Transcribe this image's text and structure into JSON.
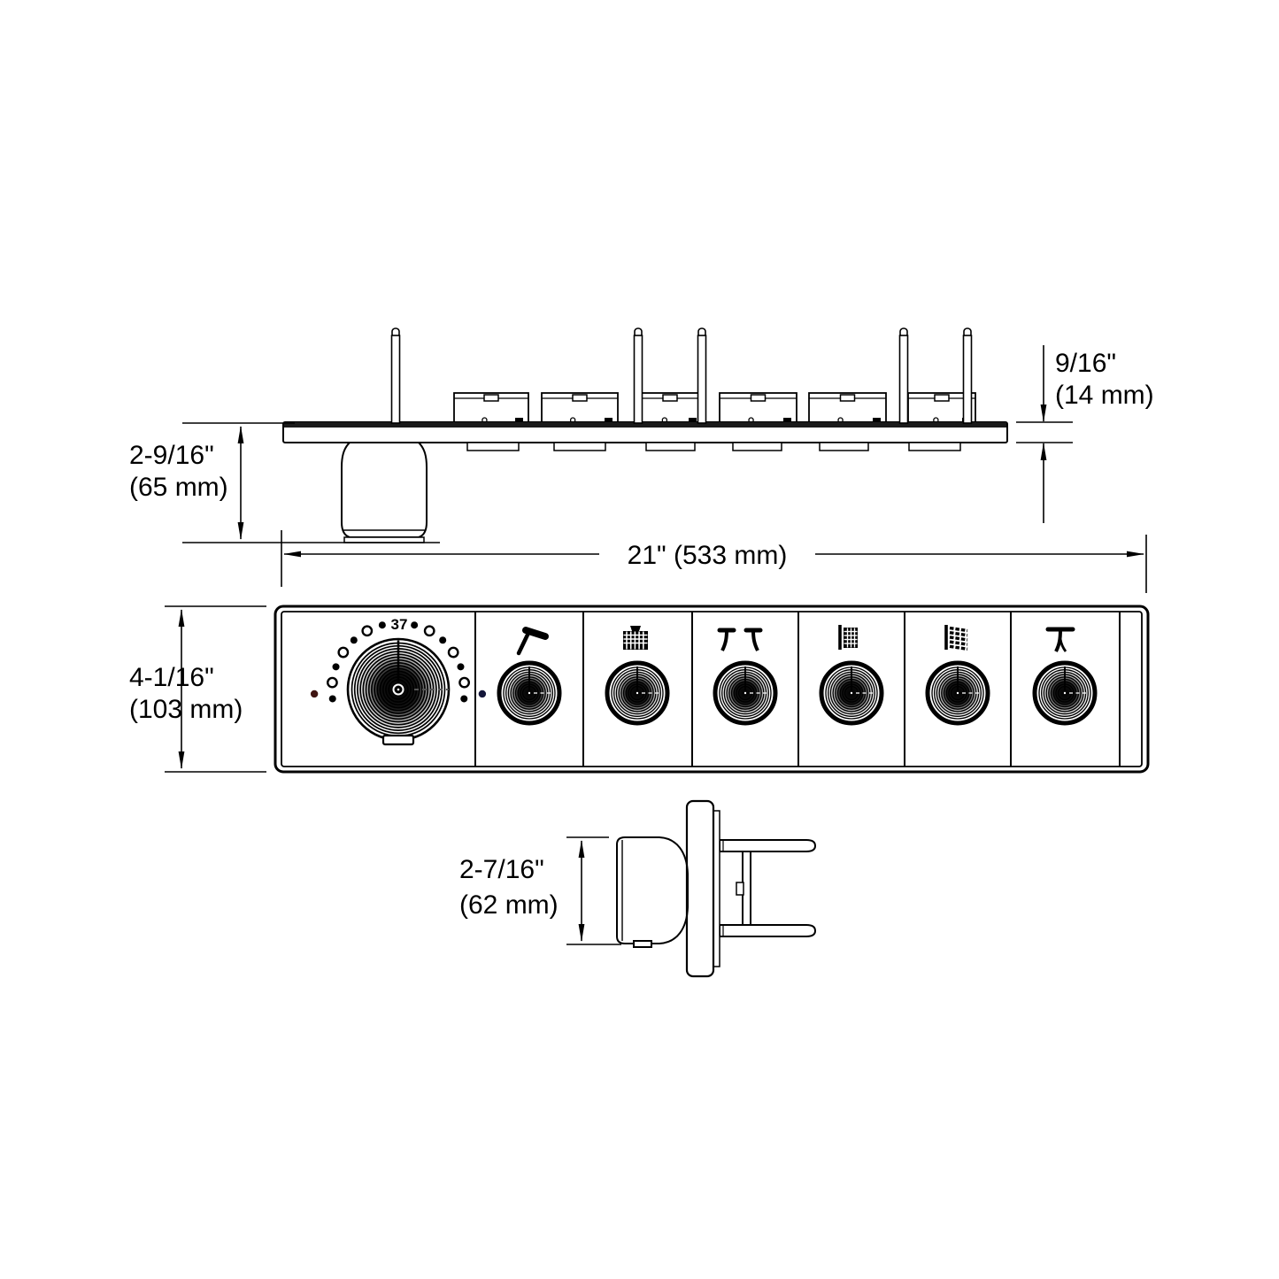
{
  "drawing": {
    "type": "technical-dimension-drawing",
    "subject": "multi-outlet thermostatic shower valve trim with temperature dial and six volume-control knobs",
    "views": {
      "top_view": "top profile of trim plate with valve bodies, stems and dial knob",
      "front_view": "front face of trim panel with dial and six knobs",
      "side_view": "side profile of control knob through plate"
    }
  },
  "dimensions": {
    "valve_depth": {
      "inches": "2-9/16\"",
      "metric": "(65 mm)"
    },
    "plate_thickness": {
      "inches": "9/16\"",
      "metric": "(14 mm)"
    },
    "overall_width": {
      "label": "21\" (533 mm)"
    },
    "panel_height": {
      "inches": "4-1/16\"",
      "metric": "(103 mm)"
    },
    "knob_depth": {
      "inches": "2-7/16\"",
      "metric": "(62 mm)"
    }
  },
  "dial": {
    "temperature_label": "37"
  },
  "knobs": [
    {
      "icon": "handshower-icon"
    },
    {
      "icon": "rain-showerhead-icon"
    },
    {
      "icon": "dual-bodyspray-icon"
    },
    {
      "icon": "side-showerhead-icon"
    },
    {
      "icon": "side-showerhead-spray-icon"
    },
    {
      "icon": "single-bodyspray-icon"
    }
  ],
  "colors": {
    "line": "#000000",
    "background": "#ffffff",
    "hot_limit_dot": "#401512",
    "cold_limit_dot": "#14163a"
  }
}
